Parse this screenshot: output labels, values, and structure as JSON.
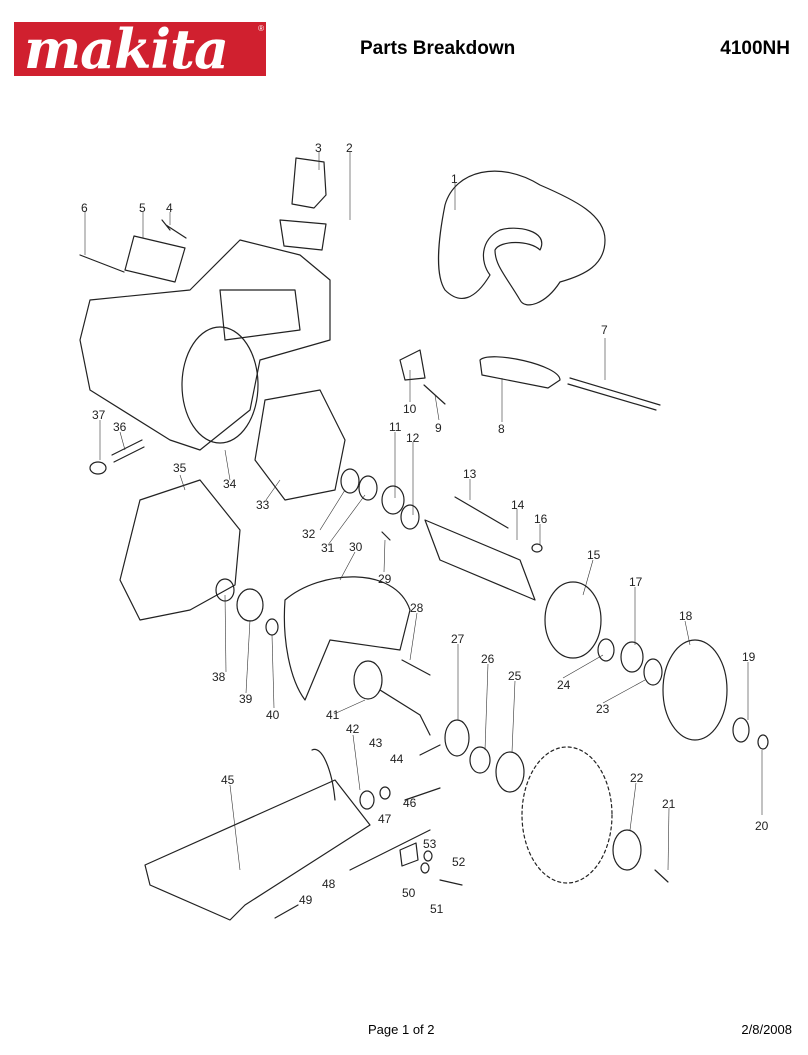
{
  "header": {
    "logo_text": "makita",
    "logo_registered": "®",
    "title": "Parts Breakdown",
    "model": "4100NH"
  },
  "footer": {
    "page": "Page 1 of 2",
    "date": "2/8/2008"
  },
  "callouts": [
    "1",
    "2",
    "3",
    "4",
    "5",
    "6",
    "7",
    "8",
    "9",
    "10",
    "11",
    "12",
    "13",
    "14",
    "15",
    "16",
    "17",
    "18",
    "19",
    "20",
    "21",
    "22",
    "23",
    "24",
    "25",
    "26",
    "27",
    "28",
    "29",
    "30",
    "31",
    "32",
    "33",
    "34",
    "35",
    "36",
    "37",
    "38",
    "39",
    "40",
    "41",
    "42",
    "43",
    "44",
    "45",
    "46",
    "47",
    "48",
    "49",
    "50",
    "51",
    "52",
    "53"
  ],
  "colors": {
    "brand": "#d0202f"
  }
}
